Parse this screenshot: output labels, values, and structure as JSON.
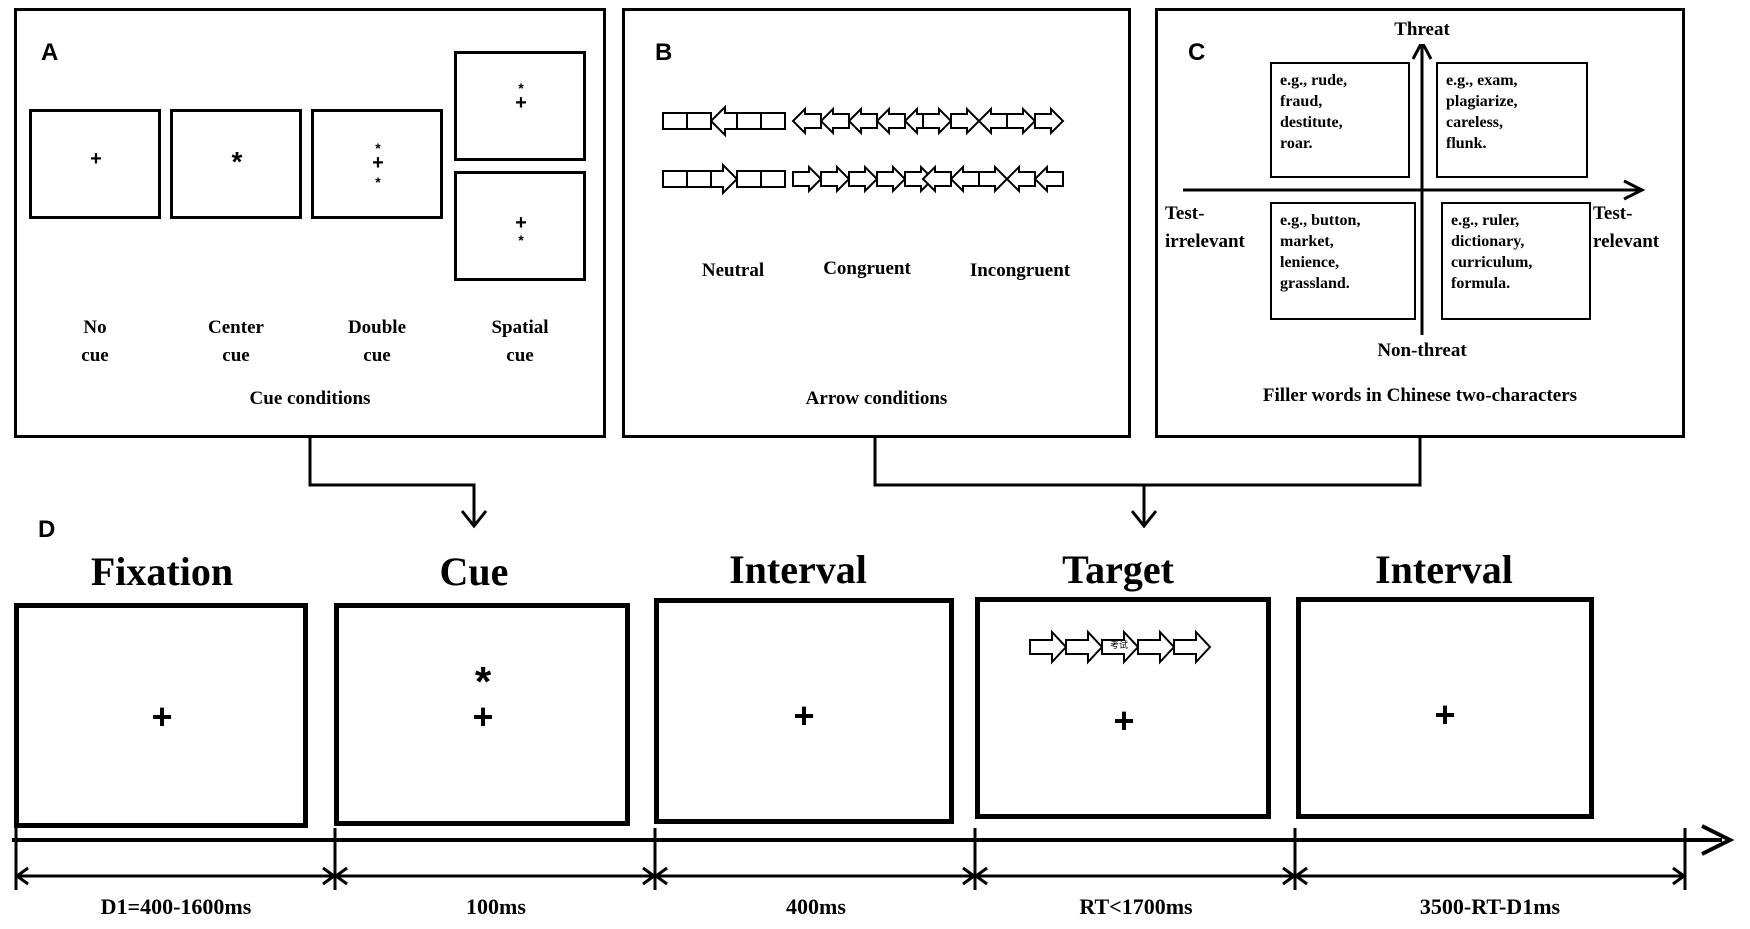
{
  "panel_a": {
    "letter": "A",
    "cue_symbols": {
      "fixation": "+",
      "star": "*"
    },
    "labels": [
      [
        "No",
        "cue"
      ],
      [
        "Center",
        "cue"
      ],
      [
        "Double",
        "cue"
      ],
      [
        "Spatial",
        "cue"
      ]
    ],
    "caption": "Cue conditions"
  },
  "panel_b": {
    "letter": "B",
    "labels": [
      "Neutral",
      "Congruent",
      "Incongruent"
    ],
    "caption": "Arrow conditions"
  },
  "panel_c": {
    "letter": "C",
    "axis": {
      "top": "Threat",
      "bottom": "Non-threat",
      "left": [
        "Test-",
        "irrelevant"
      ],
      "right": [
        "Test-",
        "relevant"
      ]
    },
    "quadrants": {
      "top_left": [
        "e.g., rude,",
        "fraud,",
        "destitute,",
        "roar."
      ],
      "top_right": [
        "e.g., exam,",
        "plagiarize,",
        "careless,",
        "flunk."
      ],
      "bottom_left": [
        "e.g., button,",
        "market,",
        "lenience,",
        "grassland."
      ],
      "bottom_right": [
        "e.g., ruler,",
        "dictionary,",
        "curriculum,",
        "formula."
      ]
    },
    "caption": "Filler words in Chinese two-characters"
  },
  "panel_d": {
    "letter": "D",
    "stages": [
      {
        "title": "Fixation",
        "duration": "D1=400-1600ms"
      },
      {
        "title": "Cue",
        "duration": "100ms"
      },
      {
        "title": "Interval",
        "duration": "400ms"
      },
      {
        "title": "Target",
        "duration": "RT<1700ms",
        "target_word": "考试"
      },
      {
        "title": "Interval",
        "duration": "3500-RT-D1ms"
      }
    ]
  }
}
